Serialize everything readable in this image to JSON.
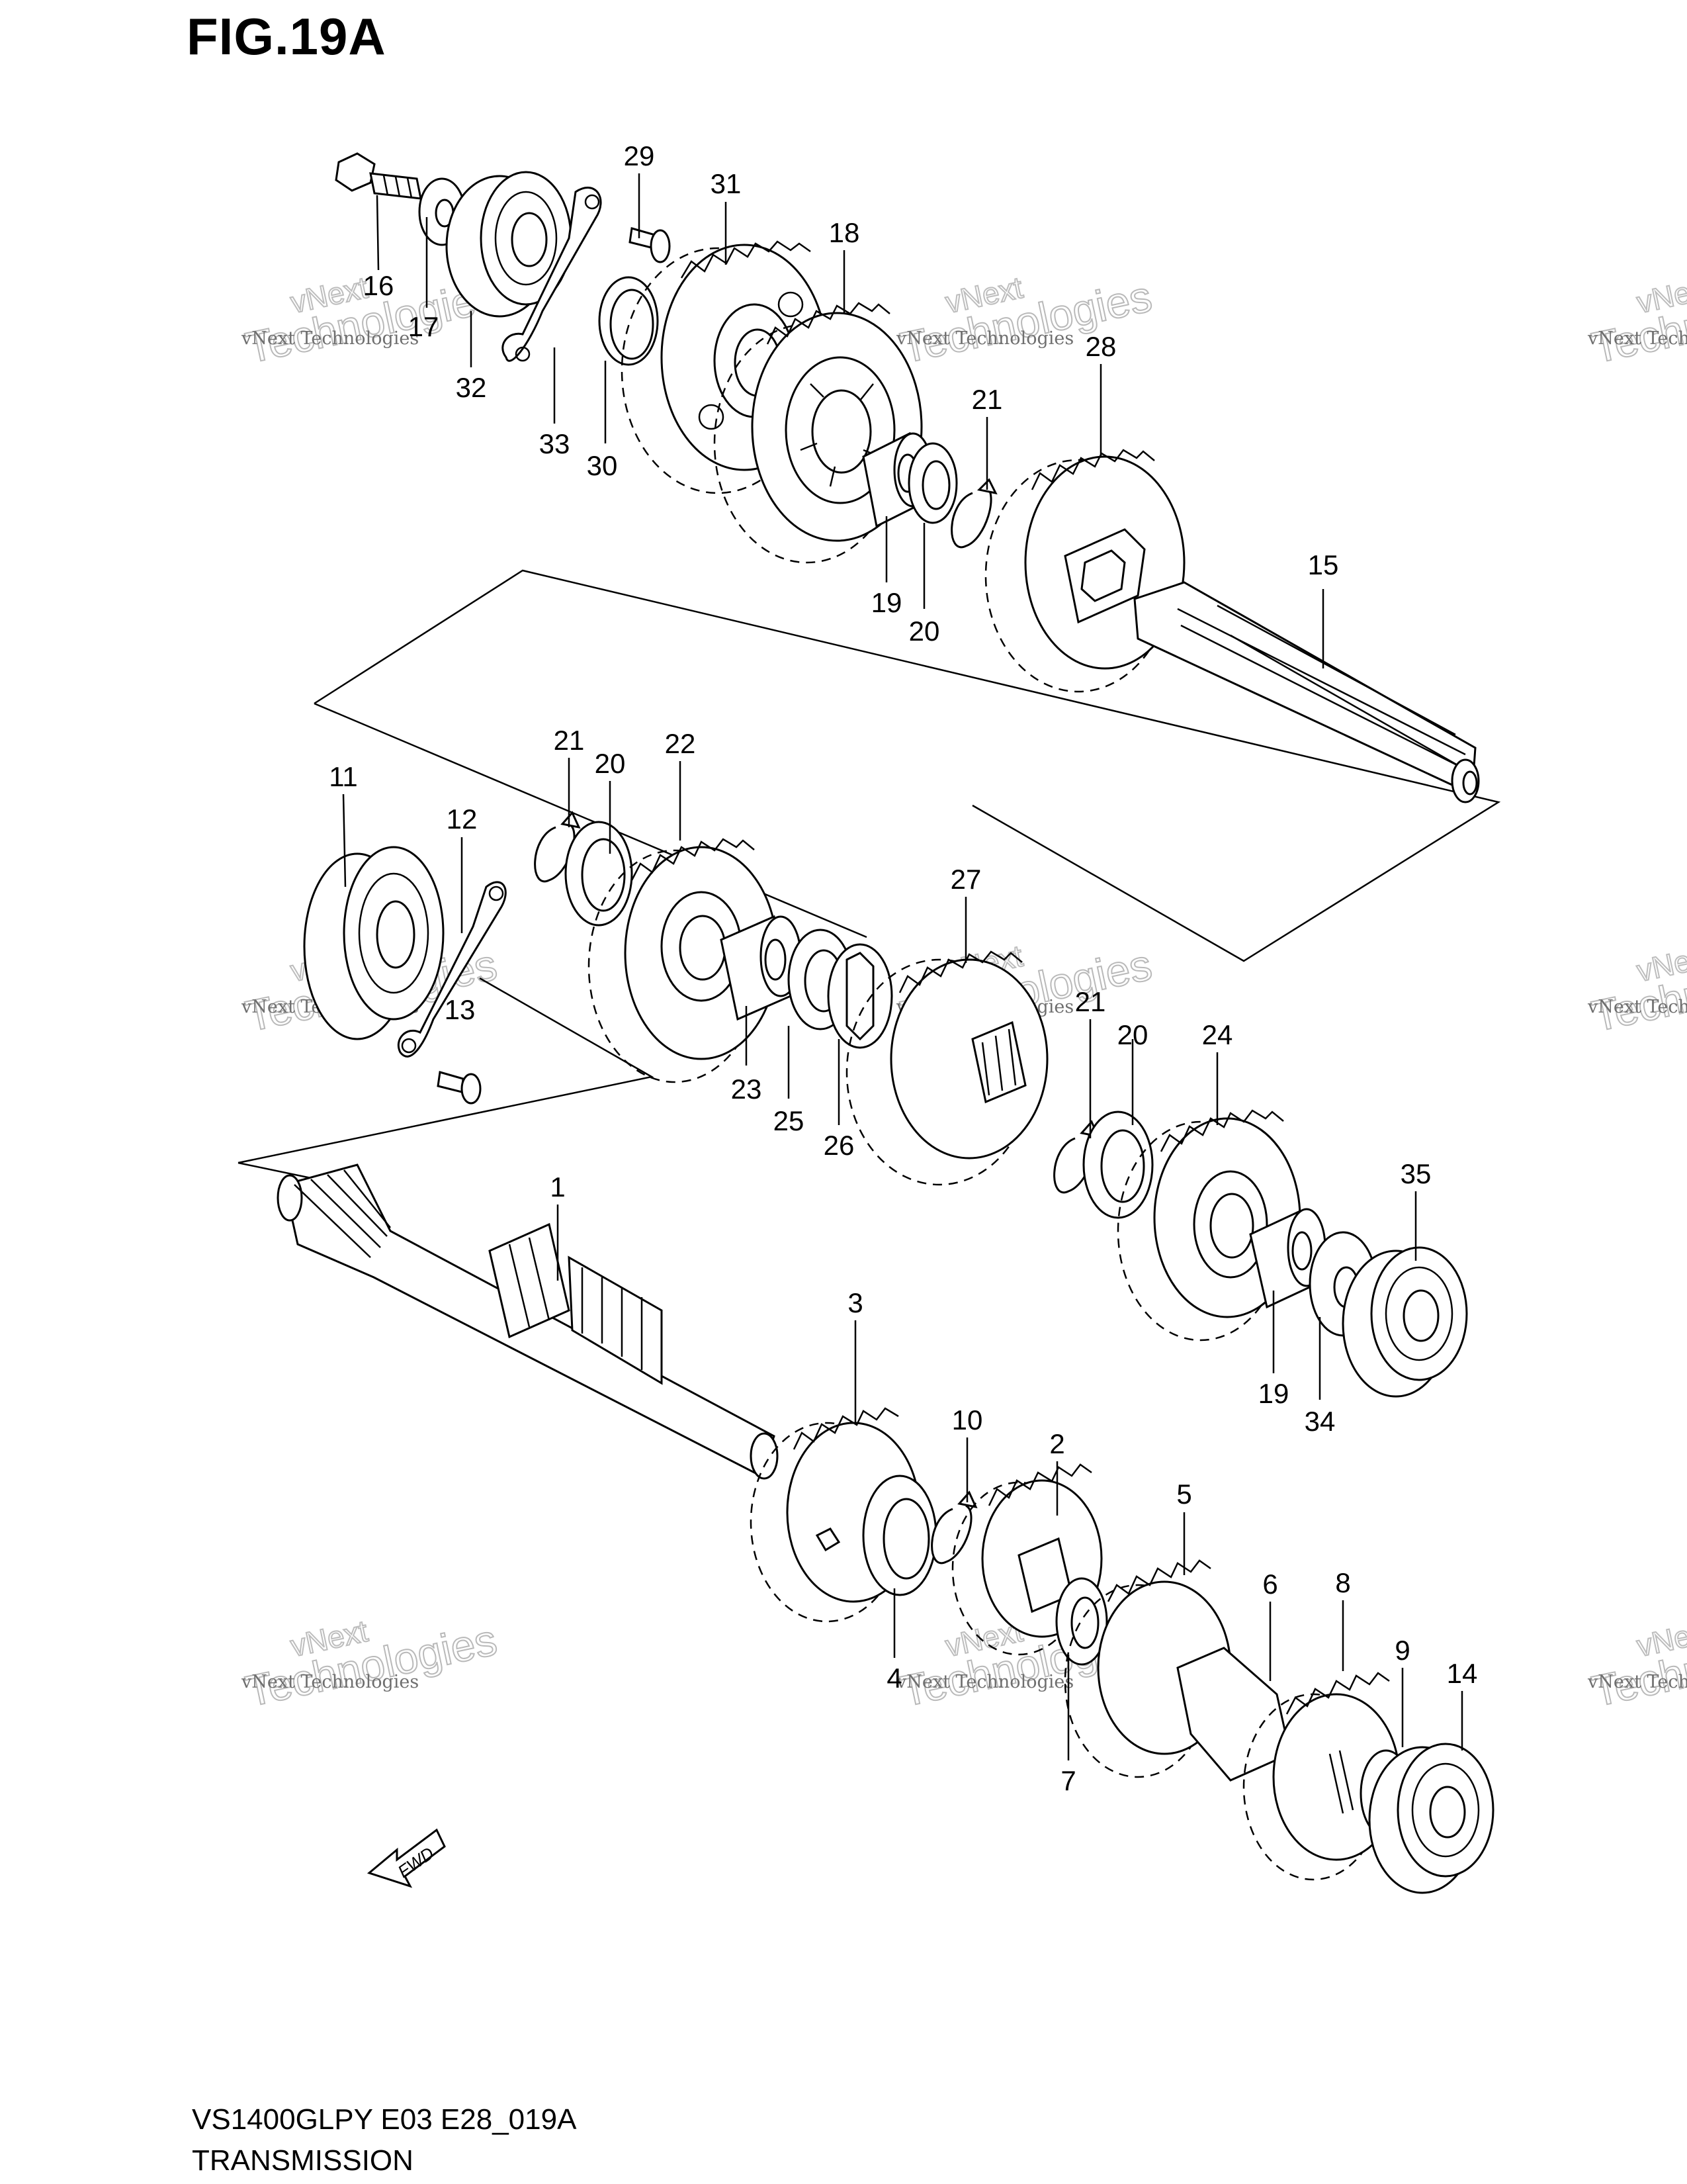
{
  "figure_title": "FIG.19A",
  "footer": {
    "model_code": "VS1400GLPY E03 E28_019A",
    "section_name": "TRANSMISSION"
  },
  "fwd_label": "FWD",
  "watermark": {
    "line1": "vNext Technologies",
    "line2": "vNext",
    "line3": "Technologies"
  },
  "part_numbers": [
    "1",
    "2",
    "3",
    "4",
    "5",
    "6",
    "7",
    "8",
    "9",
    "10",
    "11",
    "12",
    "13",
    "14",
    "15",
    "16",
    "17",
    "18",
    "19",
    "19",
    "20",
    "20",
    "20",
    "21",
    "21",
    "21",
    "22",
    "23",
    "24",
    "25",
    "26",
    "27",
    "28",
    "29",
    "30",
    "31",
    "32",
    "33",
    "34",
    "35"
  ]
}
